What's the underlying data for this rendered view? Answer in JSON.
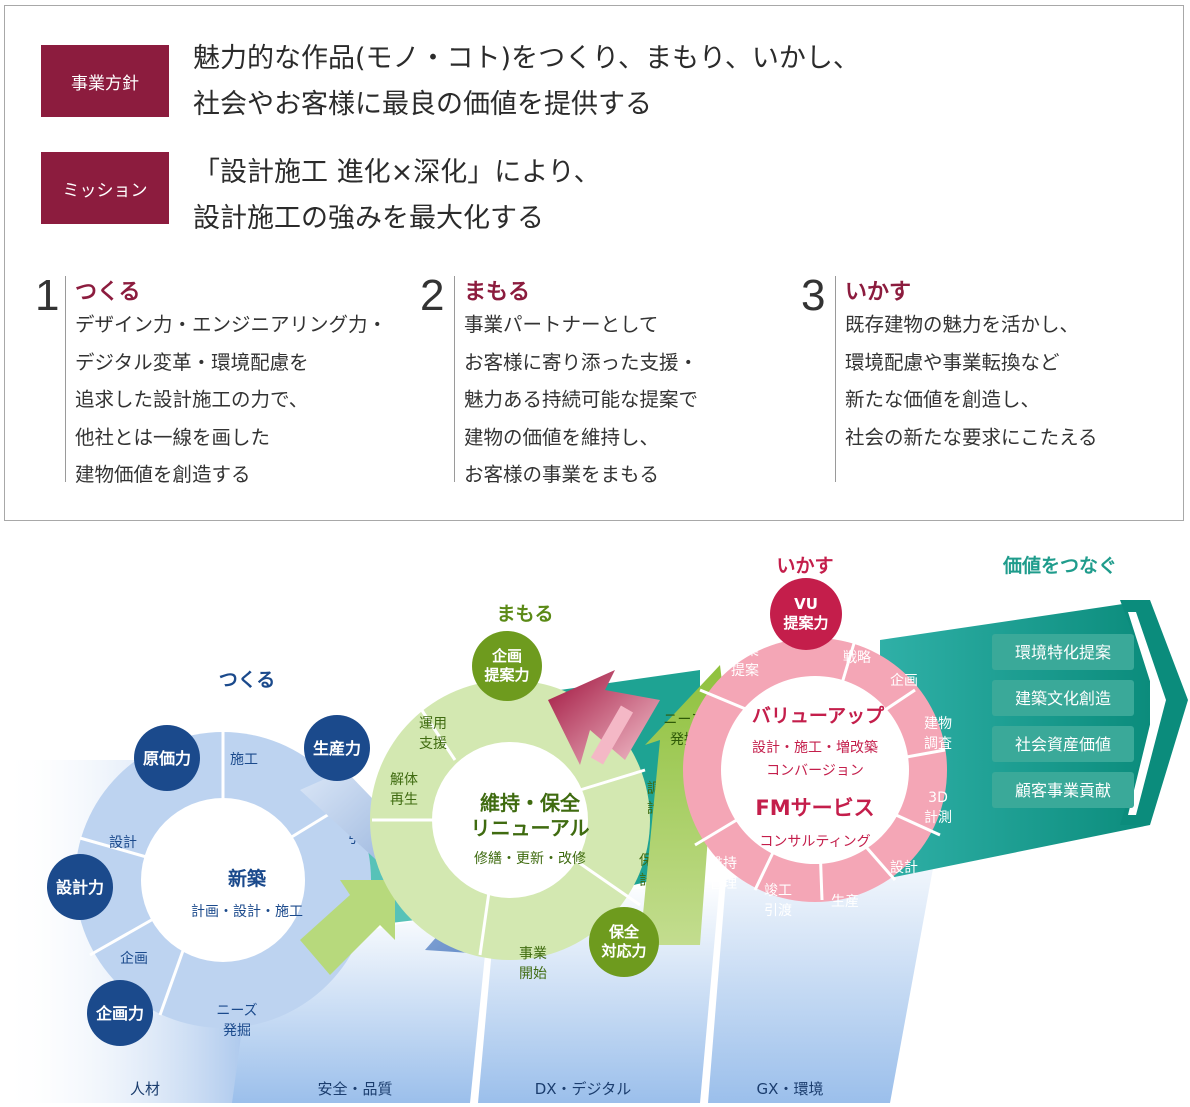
{
  "header": {
    "policy_label": "事業方針",
    "policy_line1": "魅力的な作品(モノ・コト)をつくり、まもり、いかし、",
    "policy_line2": "社会やお客様に最良の価値を提供する",
    "mission_label": "ミッション",
    "mission_line1": "「設計施工 進化×深化」により、",
    "mission_line2": "設計施工の強みを最大化する"
  },
  "pillars": [
    {
      "num": "1",
      "title": "つくる",
      "lines": [
        "デザイン力・エンジニアリング力・",
        "デジタル変革・環境配慮を",
        "追求した設計施工の力で、",
        "他社とは一線を画した",
        "建物価値を創造する"
      ]
    },
    {
      "num": "2",
      "title": "まもる",
      "lines": [
        "事業パートナーとして",
        "お客様に寄り添った支援・",
        "魅力ある持続可能な提案で",
        "建物の価値を維持し、",
        "お客様の事業をまもる"
      ]
    },
    {
      "num": "3",
      "title": "いかす",
      "lines": [
        "既存建物の魅力を活かし、",
        "環境配慮や事業転換など",
        "新たな価値を創造し、",
        "社会の新たな要求にこたえる"
      ]
    }
  ],
  "diagram": {
    "foundation": [
      "人材",
      "安全・品質",
      "DX・デジタル",
      "GX・環境"
    ],
    "tsukuru": {
      "heading": "つくる",
      "center_title": "新築",
      "center_sub": "計画・設計・施工",
      "badges": [
        "原価力",
        "生産力",
        "設計力",
        "企画力"
      ],
      "steps": [
        "施工",
        "竣工\n引渡",
        "設計",
        "企画",
        "ニーズ\n発掘"
      ]
    },
    "mamoru": {
      "heading": "まもる",
      "center_title1": "維持・保全",
      "center_title2": "リニューアル",
      "center_sub": "修繕・更新・改修",
      "badges": [
        "企画\n提案力",
        "保全\n対応力"
      ],
      "steps": [
        "運用\n支援",
        "解体\n再生",
        "事業\n開始",
        "保全\n計画",
        "調査\n診断",
        "ニーズ\n発掘"
      ]
    },
    "ikasu": {
      "heading": "いかす",
      "center_title1": "バリューアップ",
      "center_sub1": "設計・施工・増改築",
      "center_sub2": "コンバージョン",
      "center_title2": "FMサービス",
      "center_sub3": "コンサルティング",
      "badge": "VU\n提案力",
      "steps": [
        "事業\n提案",
        "CRE\n戦略",
        "企画",
        "建物\n調査",
        "3D\n計測",
        "設計",
        "生産",
        "竣工\n引渡",
        "維持\n管理"
      ]
    },
    "value": {
      "heading": "価値をつなぐ",
      "items": [
        "環境特化提案",
        "建築文化創造",
        "社会資産価値",
        "顧客事業貢献"
      ]
    }
  },
  "colors": {
    "brand": "#8c1c3e",
    "navy": "#1b4a8c",
    "green": "#6e9b1e",
    "teal": "#1f9c8c",
    "pink": "#e8607a"
  }
}
